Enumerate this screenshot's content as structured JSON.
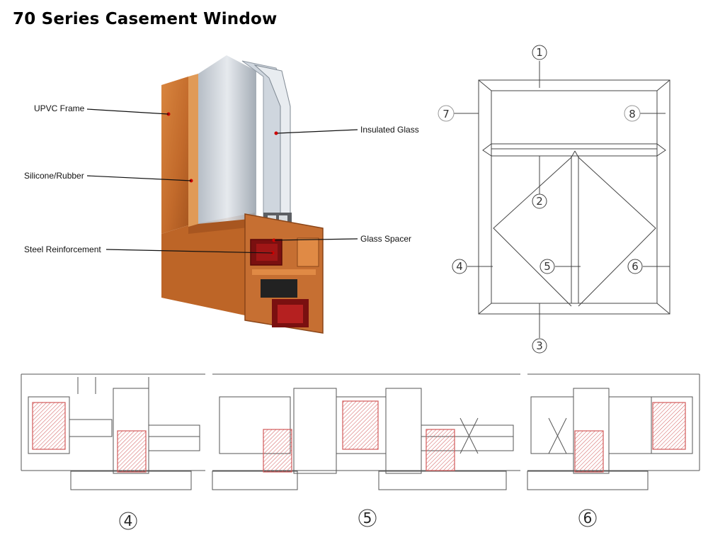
{
  "title": "70 Series Casement Window",
  "callouts": {
    "upvc_frame": "UPVC Frame",
    "insulated_glass": "Insulated Glass",
    "silicone_rubber": "Silicone/Rubber",
    "glass_spacer": "Glass Spacer",
    "steel_reinforcement": "Steel Reinforcement"
  },
  "elevation_markers": {
    "m1": "1",
    "m2": "2",
    "m3": "3",
    "m4": "4",
    "m5": "5",
    "m6": "6",
    "m7": "7",
    "m8": "8"
  },
  "section_labels": {
    "s4": "4",
    "s5": "5",
    "s6": "6"
  },
  "colors": {
    "frame_wood": "#c7712f",
    "frame_dark": "#8e4a1c",
    "glass": "#c9d0d8",
    "marker": "#cc0000",
    "reinforcement": "#d25a5a"
  }
}
